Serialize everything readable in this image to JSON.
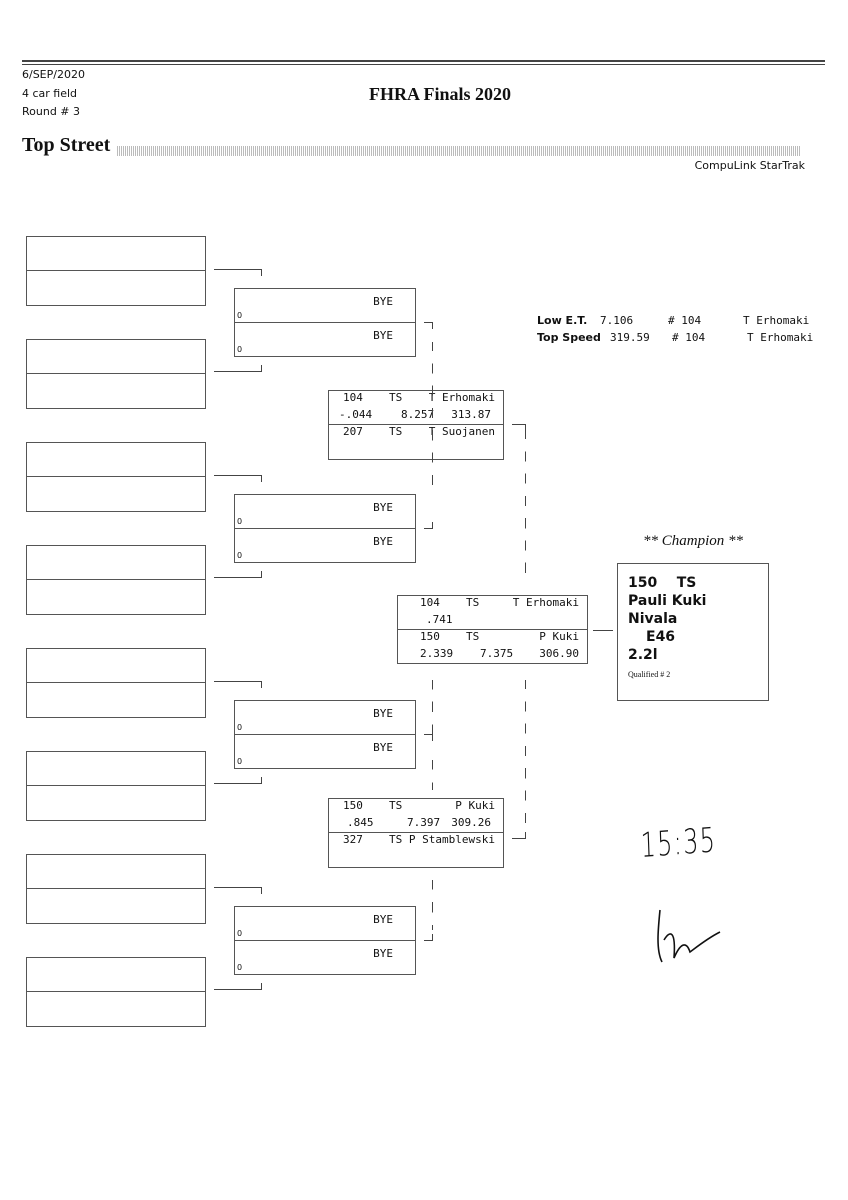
{
  "header": {
    "date": "6/SEP/2020",
    "field": "4 car field",
    "round": "Round # 3",
    "title": "FHRA Finals 2020",
    "class_name": "Top Street",
    "brand": "CompuLink StarTrak"
  },
  "stats": {
    "low_et_label": "Low  E.T.",
    "low_et": "7.106",
    "low_et_car": "# 104",
    "low_et_driver": "T Erhomaki",
    "top_speed_label": "Top Speed",
    "top_speed": "319.59",
    "top_speed_car": "# 104",
    "top_speed_driver": "T Erhomaki"
  },
  "round2": [
    {
      "top": "BYE",
      "top_zero": "0",
      "bottom": "BYE",
      "bottom_zero": "0"
    },
    {
      "top": "BYE",
      "top_zero": "0",
      "bottom": "BYE",
      "bottom_zero": "0"
    },
    {
      "top": "BYE",
      "top_zero": "0",
      "bottom": "BYE",
      "bottom_zero": "0"
    },
    {
      "top": "BYE",
      "top_zero": "0",
      "bottom": "BYE",
      "bottom_zero": "0"
    }
  ],
  "semis": [
    {
      "a": {
        "num": "104",
        "cls": "TS",
        "name": "T Erhomaki",
        "rt": "-.044",
        "et": "8.257",
        "mph": "313.87"
      },
      "b": {
        "num": "207",
        "cls": "TS",
        "name": "T Suojanen"
      }
    },
    {
      "a": {
        "num": "150",
        "cls": "TS",
        "name": "P Kuki",
        "rt": ".845",
        "et": "7.397",
        "mph": "309.26"
      },
      "b": {
        "num": "327",
        "cls": "TS",
        "name": "P Stamblewski"
      }
    }
  ],
  "final": {
    "a": {
      "num": "104",
      "cls": "TS",
      "name": "T Erhomaki",
      "rt": ".741"
    },
    "b": {
      "num": "150",
      "cls": "TS",
      "name": "P Kuki",
      "rt": "2.339",
      "et": "7.375",
      "mph": "306.90"
    }
  },
  "champion": {
    "heading": "** Champion **",
    "num": "150",
    "cls": "TS",
    "driver": "Pauli Kuki",
    "town": "Nivala",
    "car": "E46",
    "engine": "2.2l",
    "qualified": "Qualified # 2"
  },
  "handwritten": {
    "time": "15:35"
  }
}
